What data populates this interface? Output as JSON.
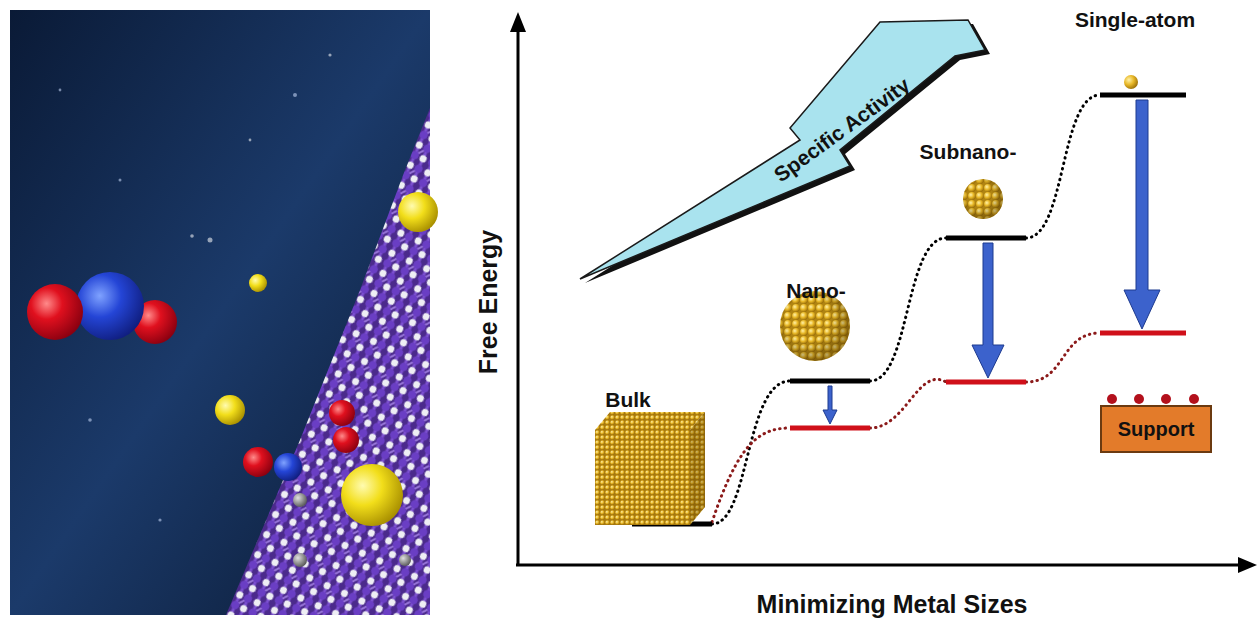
{
  "diagram": {
    "nodes": [
      {
        "text": [
          "Specific Activity"
        ]
      },
      {
        "text": [
          "Support"
        ]
      }
    ],
    "labels": [
      "Free Energy",
      "Single-atom",
      "Subnano-",
      "Nano-",
      "Bulk",
      "Minimizing Metal Sizes"
    ]
  }
}
